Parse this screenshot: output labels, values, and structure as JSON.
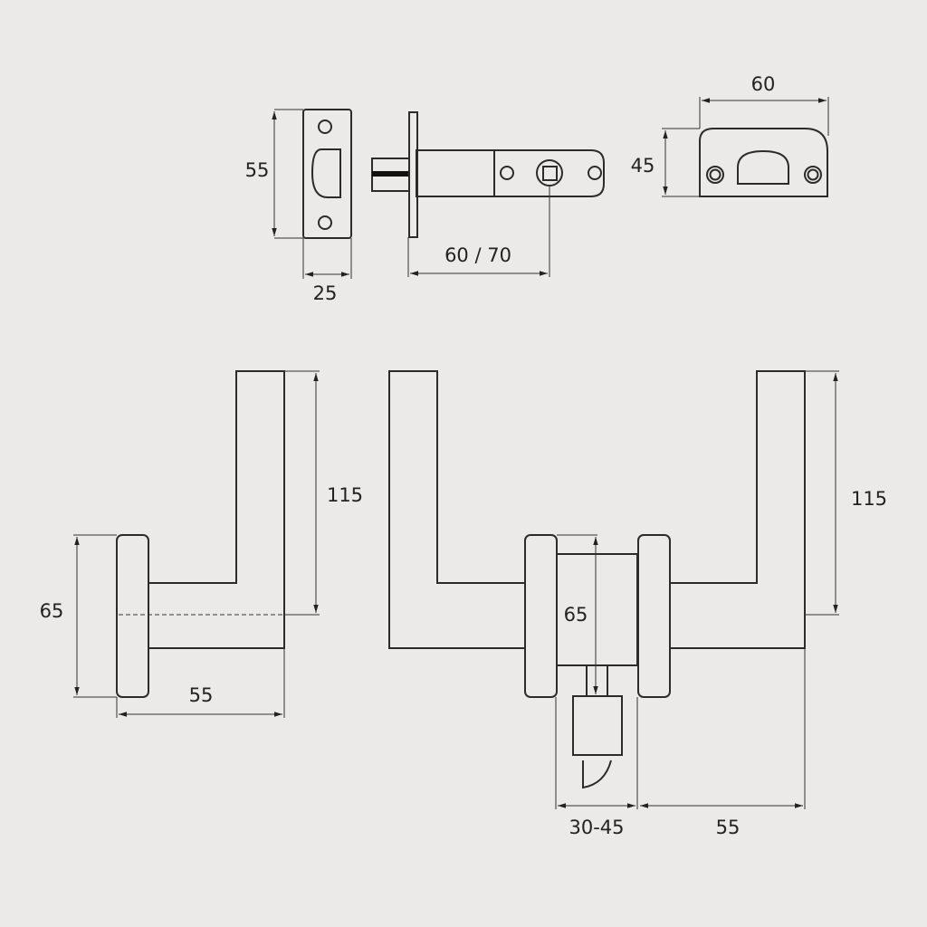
{
  "dimensions": {
    "strike_height": "55",
    "strike_width": "25",
    "backset": "60 / 70",
    "keep_width": "60",
    "keep_height": "45",
    "lever_height_left": "115",
    "rose_height_left": "65",
    "projection_left": "55",
    "lever_height_right": "115",
    "rose_height_right": "65",
    "door_thickness": "30-45",
    "projection_right": "55"
  }
}
